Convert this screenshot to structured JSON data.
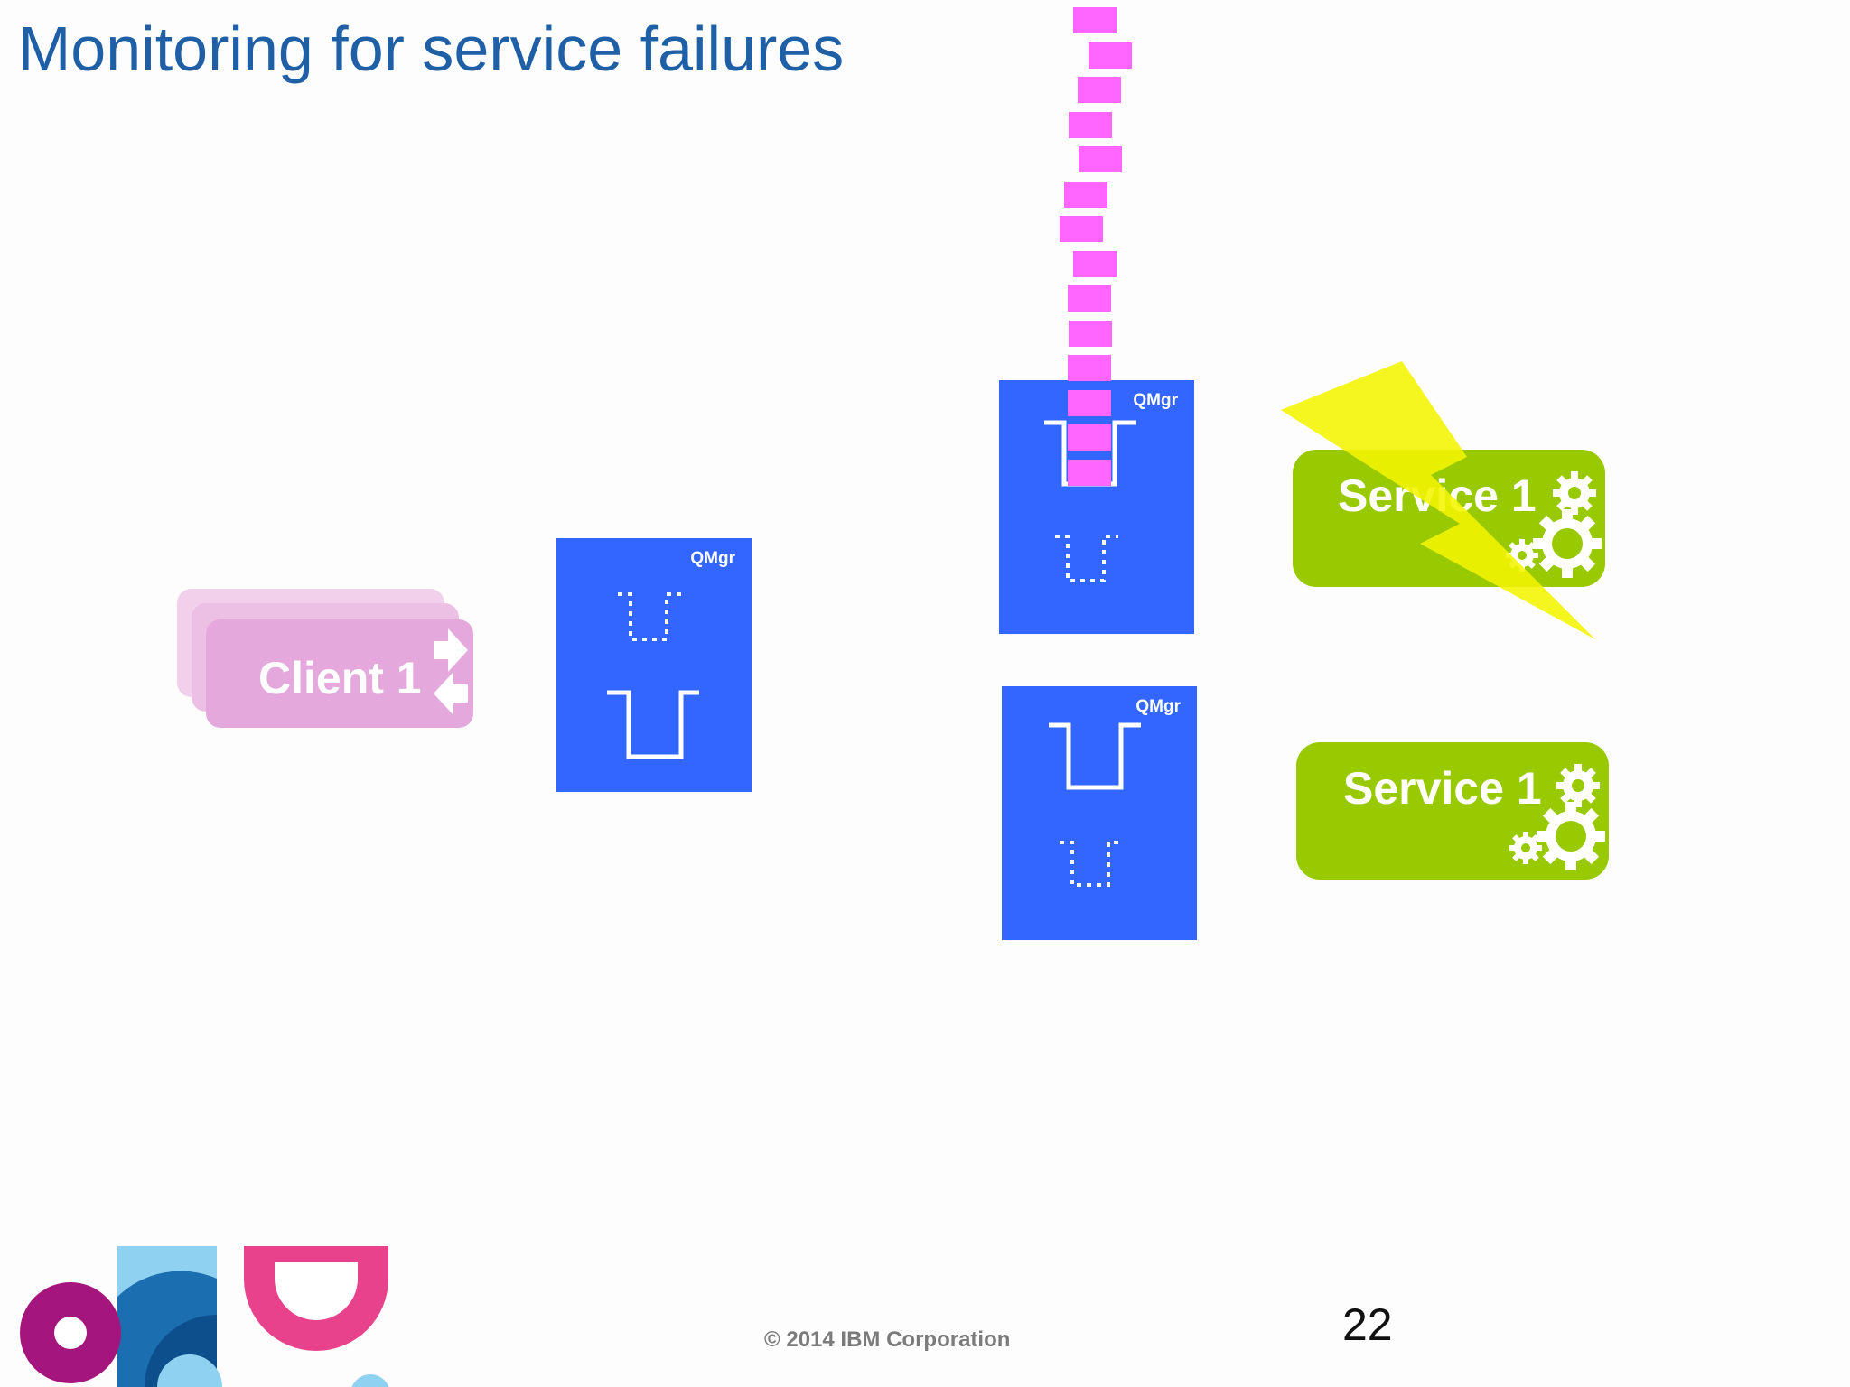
{
  "slide": {
    "title": "Monitoring for service failures",
    "footer": "© 2014 IBM Corporation",
    "page_number": "22"
  },
  "client": {
    "label": "Client 1",
    "color": "#e4a8dc"
  },
  "queue_managers": [
    {
      "label": "QMgr"
    },
    {
      "label": "QMgr"
    },
    {
      "label": "QMgr"
    }
  ],
  "services": [
    {
      "label": "Service 1",
      "status": "failed"
    },
    {
      "label": "Service 1",
      "status": "running"
    }
  ],
  "colors": {
    "title": "#1f5fa6",
    "qmgr": "#3366ff",
    "service": "#99c900",
    "message": "#ff66ff",
    "failure_bolt": "#f4f400",
    "client": "#e4a8dc"
  },
  "messages_queued": 14,
  "icons": {
    "failure": "lightning-bolt-icon",
    "service": "gears-icon",
    "client": "send-receive-arrows-icon",
    "queue": "queue-icon",
    "logo": "ibm-conference-logo"
  }
}
